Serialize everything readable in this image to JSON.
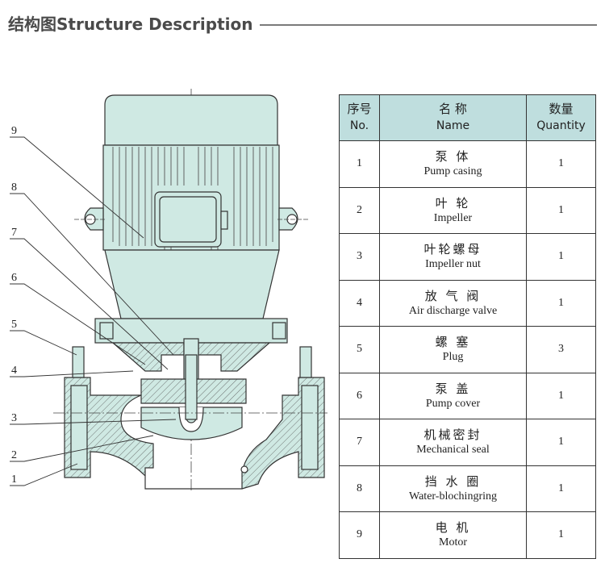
{
  "header": {
    "title": "结构图Structure Description"
  },
  "table": {
    "headers": [
      {
        "cn": "序号",
        "en": "No."
      },
      {
        "cn": "名 称",
        "en": "Name"
      },
      {
        "cn": "数量",
        "en": "Quantity"
      }
    ],
    "rows": [
      {
        "no": "1",
        "cn": "泵 体",
        "en": "Pump casing",
        "qty": "1"
      },
      {
        "no": "2",
        "cn": "叶 轮",
        "en": "Impeller",
        "qty": "1"
      },
      {
        "no": "3",
        "cn": "叶轮螺母",
        "en": "Impeller nut",
        "qty": "1"
      },
      {
        "no": "4",
        "cn": "放 气 阀",
        "en": "Air discharge valve",
        "qty": "1"
      },
      {
        "no": "5",
        "cn": "螺 塞",
        "en": "Plug",
        "qty": "3"
      },
      {
        "no": "6",
        "cn": "泵 盖",
        "en": "Pump cover",
        "qty": "1"
      },
      {
        "no": "7",
        "cn": "机械密封",
        "en": "Mechanical seal",
        "qty": "1"
      },
      {
        "no": "8",
        "cn": "挡 水 圈",
        "en": "Water-blochingring",
        "qty": "1"
      },
      {
        "no": "9",
        "cn": "电 机",
        "en": "Motor",
        "qty": "1"
      }
    ]
  },
  "diagram": {
    "callouts": [
      "9",
      "8",
      "7",
      "6",
      "5",
      "4",
      "3",
      "2",
      "1"
    ],
    "colors": {
      "fill": "#cfe9e3",
      "hatch": "#d9efe9",
      "line": "#333333"
    }
  }
}
